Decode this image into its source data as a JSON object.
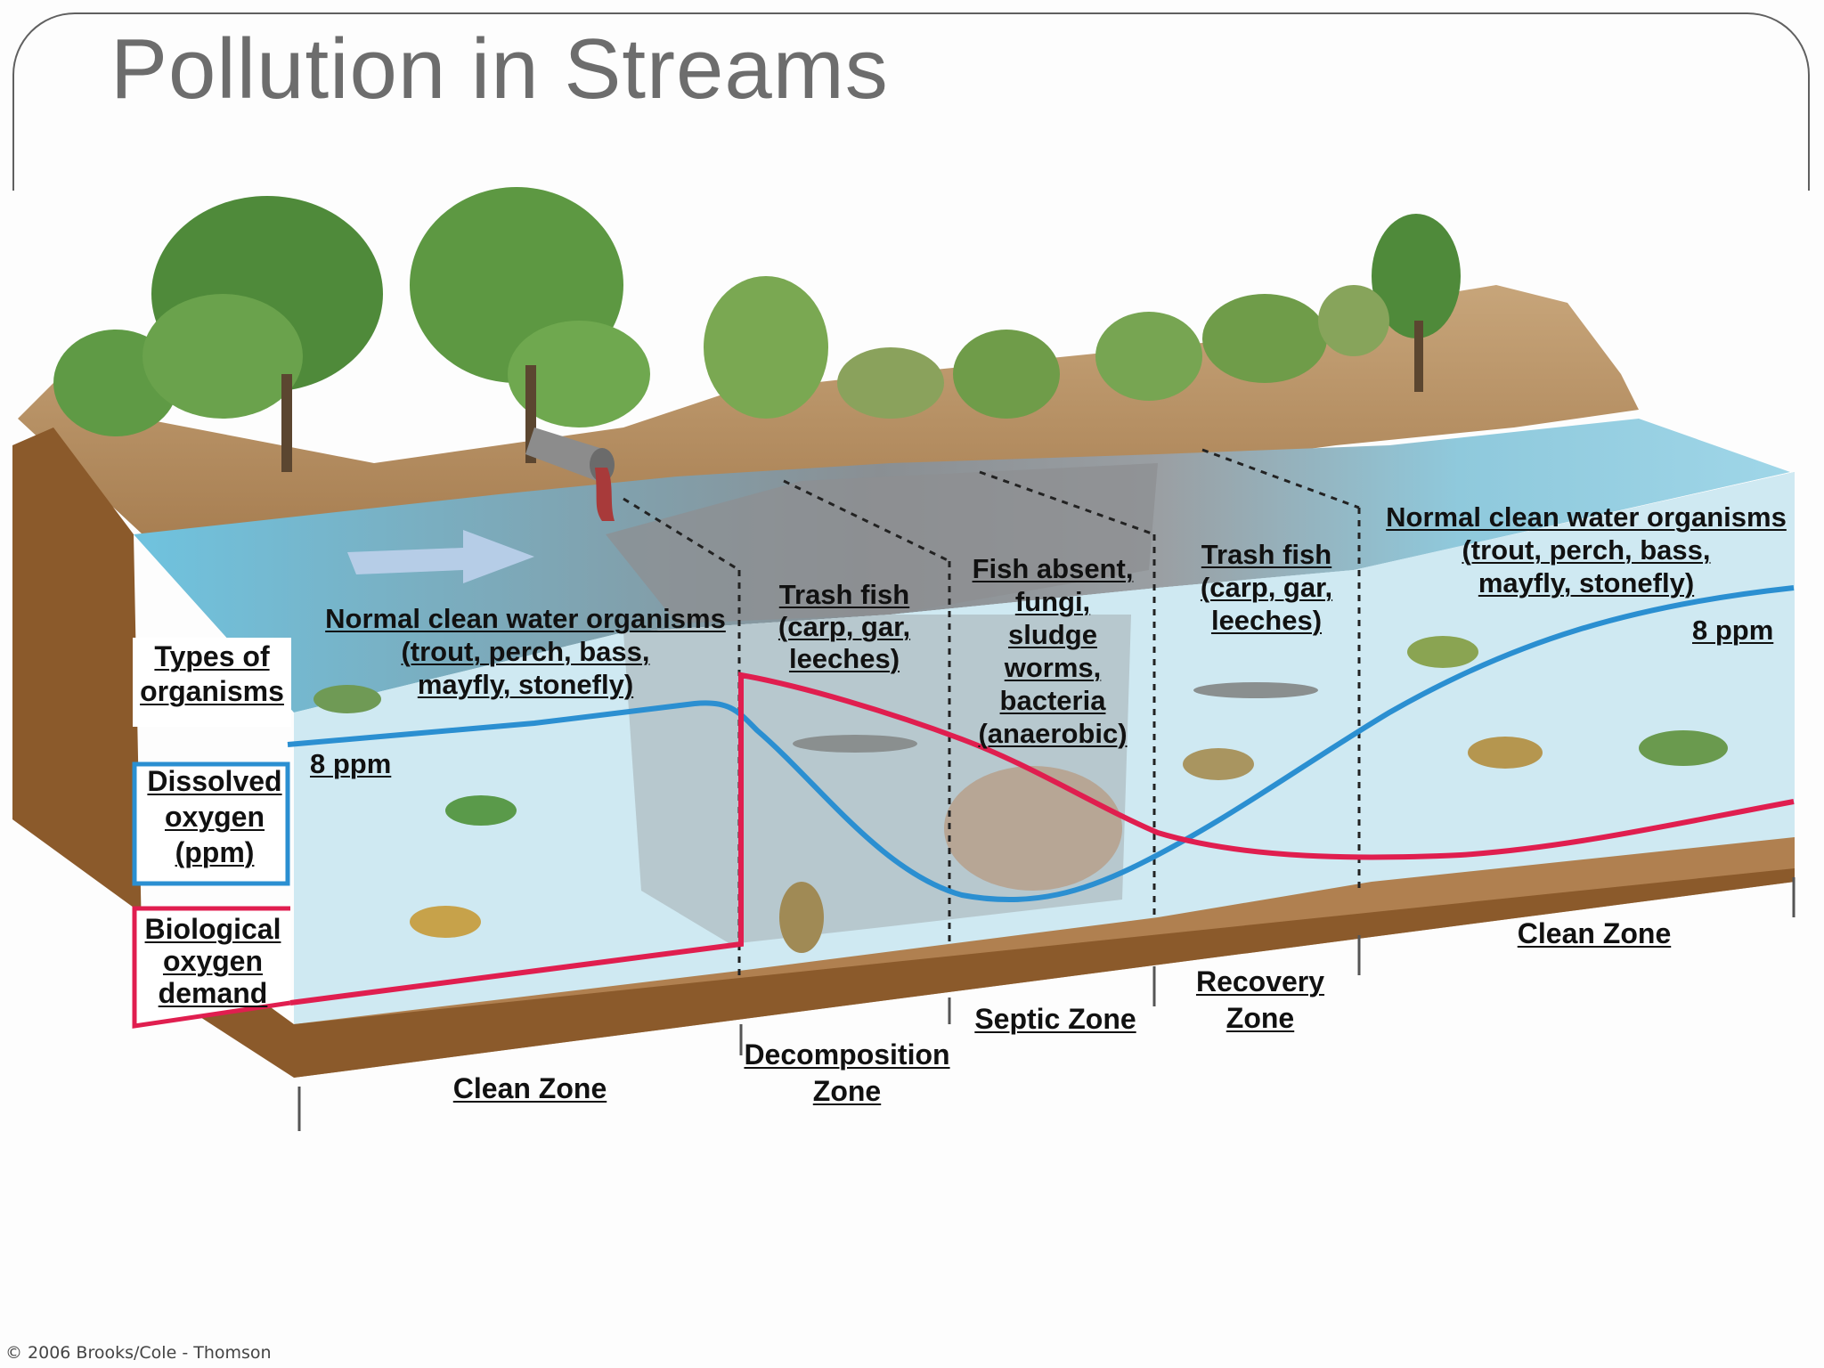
{
  "title": "Pollution in Streams",
  "copyright": "© 2006 Brooks/Cole - Thomson",
  "legend": {
    "types": "Types of\norganisms",
    "dissolved_oxygen": "Dissolved\noxygen\n(ppm)",
    "bod": "Biological\noxygen\ndemand"
  },
  "colors": {
    "dissolved_oxygen": "#2b8fd1",
    "bod": "#e01e4f",
    "water": "#bfe3ef",
    "soil": "#8b5a2b"
  },
  "organisms": {
    "clean_left": "Normal clean water organisms\n(trout, perch, bass,\nmayfly, stonefly)",
    "decomposition": "Trash fish\n(carp, gar,\nleeches)",
    "septic": "Fish absent,\nfungi,\nsludge\nworms,\nbacteria\n(anaerobic)",
    "recovery": "Trash fish\n(carp, gar,\nleeches)",
    "clean_right": "Normal clean water organisms\n(trout, perch, bass,\nmayfly, stonefly)"
  },
  "ppm_left": "8 ppm",
  "ppm_right": "8 ppm",
  "zones": {
    "clean_left": "Clean Zone",
    "decomposition": "Decomposition\nZone",
    "septic": "Septic Zone",
    "recovery": "Recovery\nZone",
    "clean_right": "Clean Zone"
  }
}
